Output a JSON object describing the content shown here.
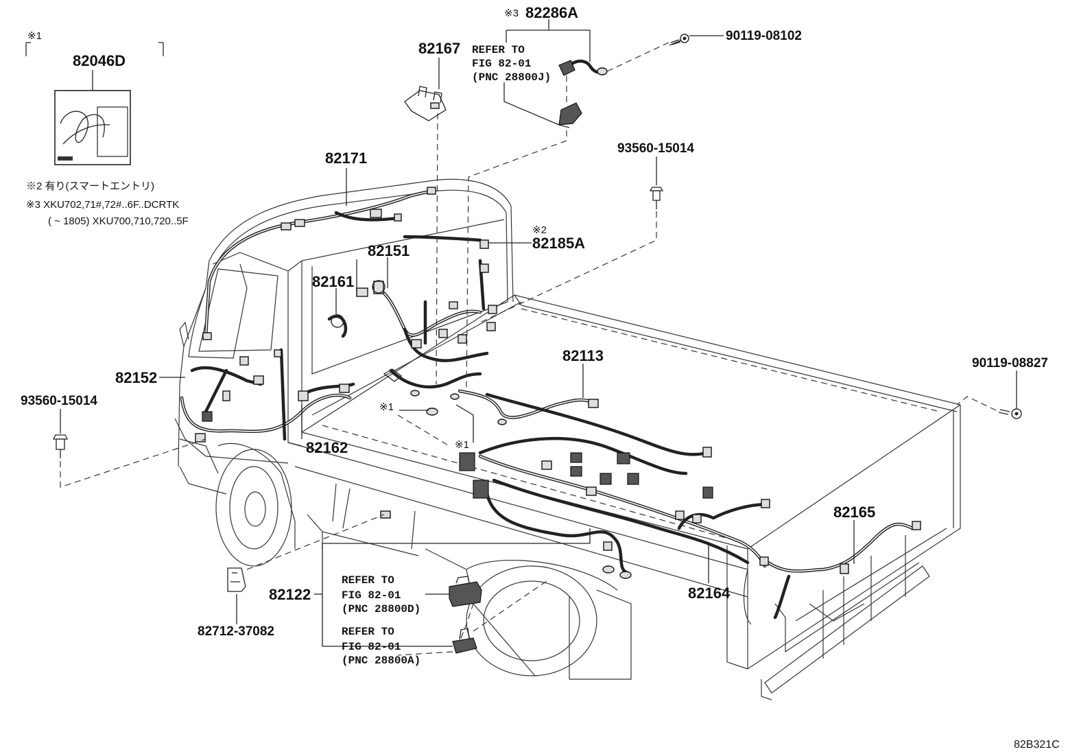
{
  "diagram_id": "82B321C",
  "footnotes": {
    "mark1": "※1",
    "mark2_text": "※2 有り(スマートエントリ)",
    "mark3_line1": "※3 XKU702,71#,72#..6F..DCRTK",
    "mark3_line2": "(      ~ 1805) XKU700,710,720..5F"
  },
  "parts": [
    {
      "key": "p82046D",
      "label": "82046D"
    },
    {
      "key": "p82167",
      "label": "82167"
    },
    {
      "key": "p82286A",
      "label": "82286A",
      "mark": "※3"
    },
    {
      "key": "p90119_08102",
      "label": "90119-08102"
    },
    {
      "key": "p93560_15014_top",
      "label": "93560-15014"
    },
    {
      "key": "p82171",
      "label": "82171"
    },
    {
      "key": "p82185A",
      "label": "82185A",
      "mark": "※2"
    },
    {
      "key": "p82151",
      "label": "82151"
    },
    {
      "key": "p82161",
      "label": "82161"
    },
    {
      "key": "p82113",
      "label": "82113"
    },
    {
      "key": "p90119_08827",
      "label": "90119-08827"
    },
    {
      "key": "p82152",
      "label": "82152"
    },
    {
      "key": "p93560_15014_left",
      "label": "93560-15014"
    },
    {
      "key": "p82162",
      "label": "82162"
    },
    {
      "key": "p82165",
      "label": "82165"
    },
    {
      "key": "p82122",
      "label": "82122"
    },
    {
      "key": "p82164",
      "label": "82164"
    },
    {
      "key": "p82712_37082",
      "label": "82712-37082"
    }
  ],
  "marks": {
    "m1a": "※1",
    "m1b": "※1"
  },
  "refs": [
    {
      "key": "refJ",
      "line1": "REFER TO",
      "line2": "FIG 82-01",
      "line3": "(PNC 28800J)"
    },
    {
      "key": "refD",
      "line1": "REFER TO",
      "line2": "FIG 82-01",
      "line3": "(PNC 28800D)"
    },
    {
      "key": "refA",
      "line1": "REFER TO",
      "line2": "FIG 82-01",
      "line3": "(PNC 28800A)"
    }
  ]
}
